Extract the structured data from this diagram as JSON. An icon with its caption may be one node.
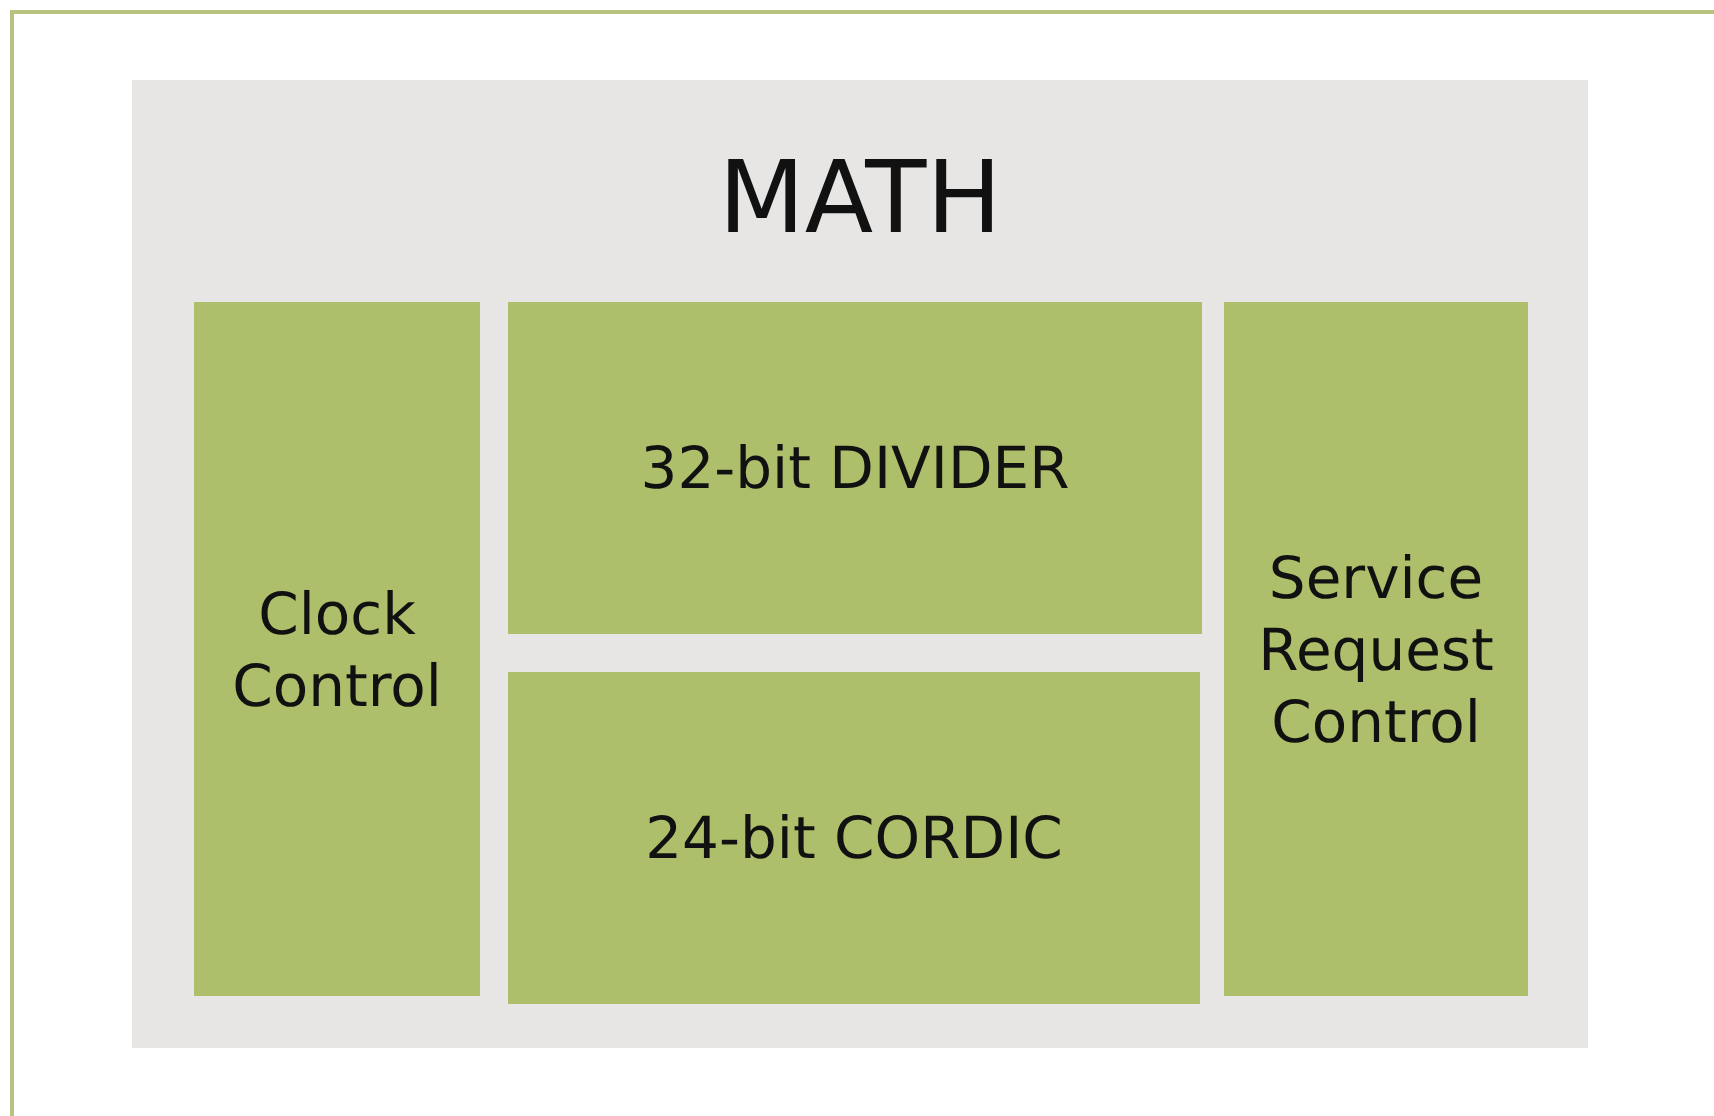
{
  "diagram": {
    "nodes": [
      {
        "text": [
          "MATH"
        ]
      },
      {
        "text": [
          "Clock Control"
        ],
        "in": 0
      },
      {
        "text": [
          "32-bit DIVIDER"
        ],
        "in": 0
      },
      {
        "text": [
          "24-bit CORDIC"
        ],
        "in": 0
      },
      {
        "text": [
          "Service Request Control"
        ],
        "in": 0
      }
    ]
  }
}
